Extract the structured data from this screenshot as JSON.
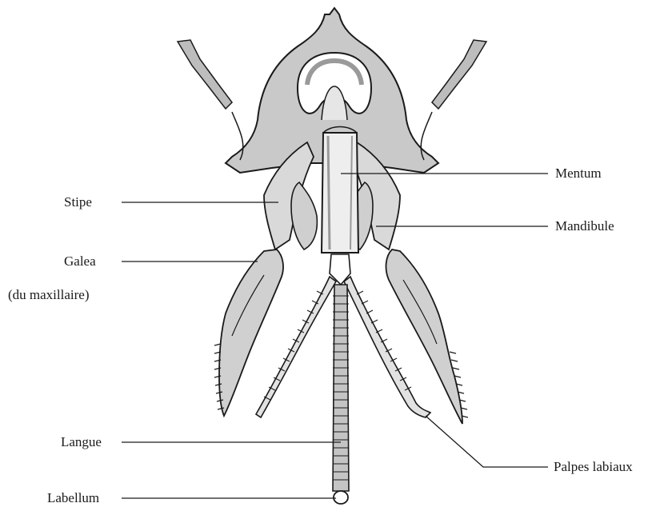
{
  "labels": {
    "stipe": "Stipe",
    "galea": "Galea",
    "galea_note": "(du maxillaire)",
    "langue": "Langue",
    "labellum": "Labellum",
    "mentum": "Mentum",
    "mandibule": "Mandibule",
    "palpes_labiaux": "Palpes labiaux"
  },
  "colors": {
    "ink": "#1a1a1a",
    "shade_dark": "#9a9a9a",
    "shade_light": "#d9d9d9",
    "background": "#ffffff"
  }
}
